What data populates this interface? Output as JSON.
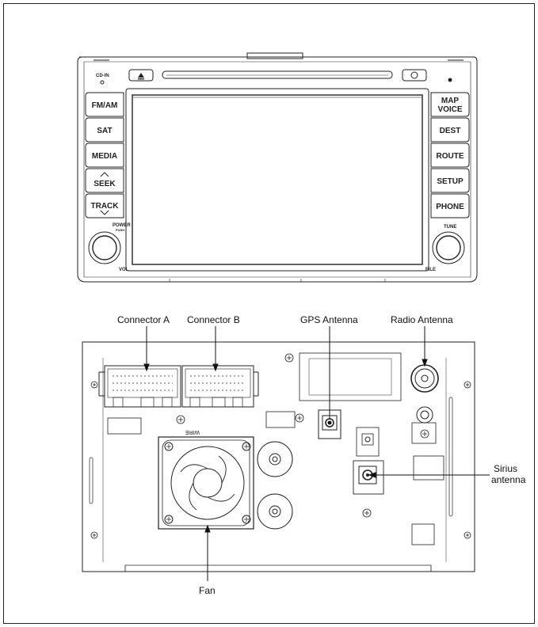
{
  "head_unit": {
    "left_buttons": [
      "FM/AM",
      "SAT",
      "MEDIA",
      "SEEK",
      "TRACK"
    ],
    "right_buttons": [
      [
        "MAP",
        "VOICE"
      ],
      [
        "DEST"
      ],
      [
        "ROUTE"
      ],
      [
        "SETUP"
      ],
      [
        "PHONE"
      ]
    ],
    "cd_in_label": "CD-IN",
    "power_label": "POWER",
    "push_label": "PUSH",
    "vol_label": "VOL",
    "tune_label": "TUNE",
    "file_label": "FILE"
  },
  "callouts": {
    "connector_a": "Connector A",
    "connector_b": "Connector B",
    "gps_antenna": "GPS Antenna",
    "radio_antenna": "Radio Antenna",
    "sirius_line1": "Sirius",
    "sirius_line2": "antenna",
    "fan": "Fan"
  },
  "rear_panel": {
    "wire_mark": "WIRE"
  }
}
